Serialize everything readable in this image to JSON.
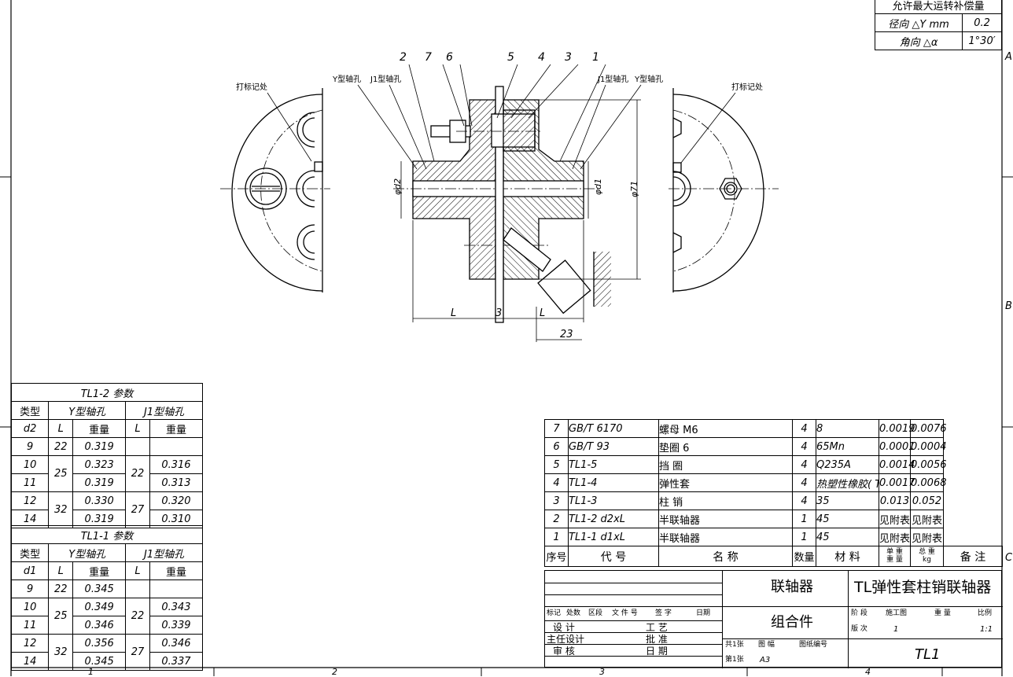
{
  "compensation": {
    "title": "允许最大运转补偿量",
    "rows": [
      {
        "label": "径向 △Y mm",
        "value": "0.2"
      },
      {
        "label": "角向 △α",
        "value": "1°30′"
      }
    ]
  },
  "zone_letters": [
    "A",
    "B",
    "C"
  ],
  "zone_numbers": [
    "1",
    "2",
    "3",
    "4"
  ],
  "callouts": [
    "2",
    "7",
    "6",
    "5",
    "4",
    "3",
    "1"
  ],
  "drawing_labels": {
    "mark_left": "打标记处",
    "mark_right": "打标记处",
    "y_hole_left": "Y型轴孔",
    "j1_hole_left": "J1型轴孔",
    "j1_hole_right": "J1型轴孔",
    "y_hole_right": "Y型轴孔"
  },
  "dimensions": {
    "d2": "φd2",
    "d1": "φd1",
    "d71": "φ71",
    "L_left": "L",
    "gap": "3",
    "L_right": "L",
    "d23": "23"
  },
  "param_tables": [
    {
      "title": "TL1-2 参数",
      "h1": "类型",
      "h2": "Y型轴孔",
      "h3": "J1型轴孔",
      "sh1": "d2",
      "sh2": "L",
      "sh3": "重量",
      "sh4": "L",
      "sh5": "重量",
      "rows": [
        {
          "d": "9",
          "yL": "22",
          "yw": "0.319",
          "jL": "",
          "jw": ""
        },
        {
          "d": "10",
          "yL": "25",
          "yw": "0.323",
          "jL": "22",
          "jw": "0.316"
        },
        {
          "d": "11",
          "yL": "",
          "yw": "0.319",
          "jL": "",
          "jw": "0.313"
        },
        {
          "d": "12",
          "yL": "32",
          "yw": "0.330",
          "jL": "27",
          "jw": "0.320"
        },
        {
          "d": "14",
          "yL": "",
          "yw": "0.319",
          "jL": "",
          "jw": "0.310"
        }
      ]
    },
    {
      "title": "TL1-1 参数",
      "h1": "类型",
      "h2": "Y型轴孔",
      "h3": "J1型轴孔",
      "sh1": "d1",
      "sh2": "L",
      "sh3": "重量",
      "sh4": "L",
      "sh5": "重量",
      "rows": [
        {
          "d": "9",
          "yL": "22",
          "yw": "0.345",
          "jL": "",
          "jw": ""
        },
        {
          "d": "10",
          "yL": "25",
          "yw": "0.349",
          "jL": "22",
          "jw": "0.343"
        },
        {
          "d": "11",
          "yL": "",
          "yw": "0.346",
          "jL": "",
          "jw": "0.339"
        },
        {
          "d": "12",
          "yL": "32",
          "yw": "0.356",
          "jL": "27",
          "jw": "0.346"
        },
        {
          "d": "14",
          "yL": "",
          "yw": "0.345",
          "jL": "",
          "jw": "0.337"
        }
      ]
    }
  ],
  "bom": {
    "rows": [
      {
        "no": "7",
        "code": "GB/T 6170",
        "name": "螺母 M6",
        "qty": "4",
        "mat": "8",
        "unit": "0.0019",
        "total": "0.0076",
        "note": ""
      },
      {
        "no": "6",
        "code": "GB/T 93",
        "name": "垫圈 6",
        "qty": "4",
        "mat": "65Mn",
        "unit": "0.0001",
        "total": "0.0004",
        "note": ""
      },
      {
        "no": "5",
        "code": "TL1-5",
        "name": "挡 圈",
        "qty": "4",
        "mat": "Q235A",
        "unit": "0.0014",
        "total": "0.0056",
        "note": ""
      },
      {
        "no": "4",
        "code": "TL1-4",
        "name": "弹性套",
        "qty": "4",
        "mat": "热塑性橡胶( TPE)",
        "unit": "0.0017",
        "total": "0.0068",
        "note": ""
      },
      {
        "no": "3",
        "code": "TL1-3",
        "name": "柱 销",
        "qty": "4",
        "mat": "35",
        "unit": "0.013",
        "total": "0.052",
        "note": ""
      },
      {
        "no": "2",
        "code": "TL1-2 d2xL",
        "name": "半联轴器",
        "qty": "1",
        "mat": "45",
        "unit": "见附表",
        "total": "见附表",
        "note": ""
      },
      {
        "no": "1",
        "code": "TL1-1 d1xL",
        "name": "半联轴器",
        "qty": "1",
        "mat": "45",
        "unit": "见附表",
        "total": "见附表",
        "note": ""
      }
    ],
    "header": {
      "no": "序号",
      "code": "代 号",
      "name": "名 称",
      "qty": "数量",
      "mat": "材 料",
      "unit": "单 重",
      "total": "总 重",
      "weight": "重 量",
      "kg": "kg",
      "note": "备 注"
    }
  },
  "title_block": {
    "part_name": "联轴器",
    "assembly": "组合件",
    "drawing_title": "TL弹性套柱销联轴器",
    "drawing_no": "TL1",
    "signs": {
      "mark": "标记",
      "count": "处数",
      "zone": "区段",
      "doc": "文 件 号",
      "sign": "签 字",
      "date": "日期",
      "design": "设 计",
      "process": "工 艺",
      "chief": "主任设计",
      "approve": "批 准",
      "check": "审 核",
      "date2": "日 期"
    },
    "stage": "阶 段",
    "draw_type": "施工图",
    "weight": "重 量",
    "scale": "比例",
    "version": "版 次",
    "version_val": "1",
    "scale_val": "1:1",
    "sheets_total": "共1张",
    "format": "图 幅",
    "format_val": "A3",
    "sheet_no": "第1张",
    "drawing_no_label": "图纸编号"
  }
}
